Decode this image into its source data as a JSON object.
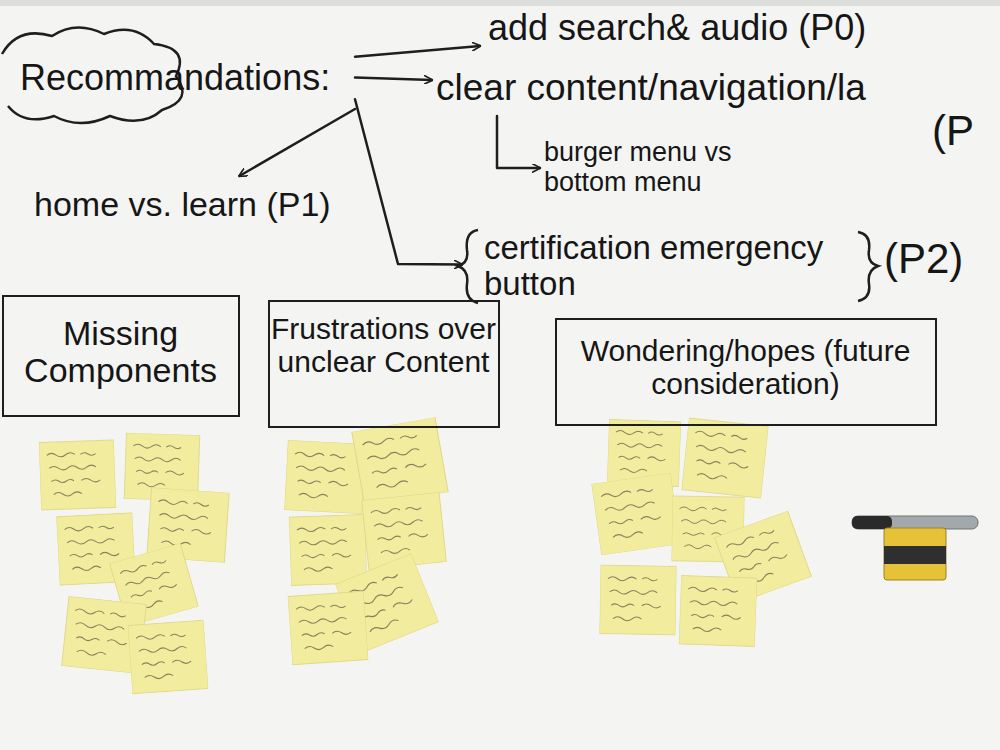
{
  "diagram": {
    "nodes": [
      {
        "text": [
          "Recommandations:"
        ]
      },
      {
        "text": [
          "add search& audio (P0)"
        ]
      },
      {
        "text": [
          "clear content/navigation/la",
          "(P"
        ]
      },
      {
        "text": [
          "burger menu vs bottom menu"
        ]
      },
      {
        "text": [
          "home vs. learn (P1)"
        ]
      },
      {
        "text": [
          "certification emergency button",
          "(P2)"
        ]
      },
      {
        "text": [
          "Missing Components"
        ]
      },
      {
        "text": [
          "Frustrations over unclear Content"
        ]
      },
      {
        "text": [
          "Wondering/hopes (future consideration)"
        ]
      }
    ],
    "edges": [
      {
        "from": 0,
        "to": 1,
        "arrow": "to"
      },
      {
        "from": 0,
        "to": 2,
        "arrow": "to"
      },
      {
        "from": 0,
        "to": 4,
        "arrow": "to"
      },
      {
        "from": 0,
        "to": 5,
        "arrow": "to"
      },
      {
        "from": 2,
        "to": 3,
        "arrow": "to"
      }
    ]
  }
}
